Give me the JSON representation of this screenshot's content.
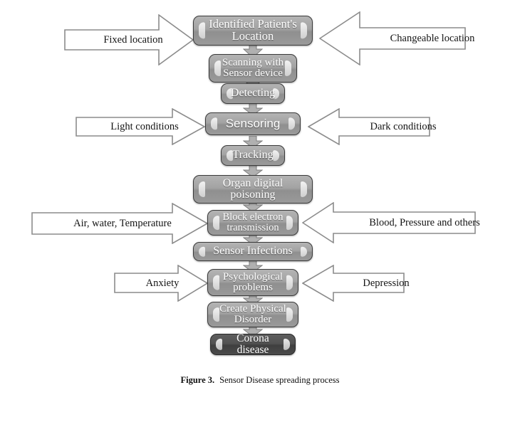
{
  "figure": {
    "caption_label": "Figure 3.",
    "caption_text": "Sensor Disease spreading process"
  },
  "colors": {
    "node_fill_light": "#a3a3a3",
    "node_fill_dark": "#4a4a4a",
    "node_border": "#3a3a3a",
    "node_text": "#ffffff",
    "arrow_fill": "#ffffff",
    "arrow_stroke": "#8c8c8c",
    "connector_fill": "#b0b0b0",
    "background": "#ffffff",
    "caption_text": "#111111"
  },
  "flow": {
    "nodes": [
      {
        "id": "identified-patients-location",
        "label": "Identified Patient's\nLocation",
        "style": "light"
      },
      {
        "id": "scanning-with-sensor-device",
        "label": "Scanning with\nSensor device",
        "style": "light"
      },
      {
        "id": "detecting",
        "label": "Detecting",
        "style": "light"
      },
      {
        "id": "sensoring",
        "label": "Sensoring",
        "style": "light"
      },
      {
        "id": "tracking",
        "label": "Tracking",
        "style": "light"
      },
      {
        "id": "organ-digital-poisoning",
        "label": "Organ digital\npoisoning",
        "style": "light"
      },
      {
        "id": "block-electron-transmission",
        "label": "Block electron\ntransmission",
        "style": "light"
      },
      {
        "id": "sensor-infections",
        "label": "Sensor  Infections",
        "style": "light"
      },
      {
        "id": "psychological-problems",
        "label": "Psychological\nproblems",
        "style": "light"
      },
      {
        "id": "create-physical-disorder",
        "label": "Create Physical\nDisorder",
        "style": "light"
      },
      {
        "id": "corona-disease",
        "label": "Corona disease",
        "style": "dark"
      }
    ],
    "connector_count": 10
  },
  "side_inputs": {
    "left": [
      {
        "id": "fixed-location",
        "label": "Fixed location",
        "target": "identified-patients-location"
      },
      {
        "id": "light-conditions",
        "label": "Light conditions",
        "target": "sensoring"
      },
      {
        "id": "air-water-temperature",
        "label": "Air, water, Temperature",
        "target": "block-electron-transmission"
      },
      {
        "id": "anxiety",
        "label": "Anxiety",
        "target": "psychological-problems"
      }
    ],
    "right": [
      {
        "id": "changeable-location",
        "label": "Changeable location",
        "target": "identified-patients-location"
      },
      {
        "id": "dark-conditions",
        "label": "Dark conditions",
        "target": "sensoring"
      },
      {
        "id": "blood-pressure-and-others",
        "label": "Blood, Pressure and others",
        "target": "block-electron-transmission"
      },
      {
        "id": "depression",
        "label": "Depression",
        "target": "psychological-problems"
      }
    ]
  }
}
